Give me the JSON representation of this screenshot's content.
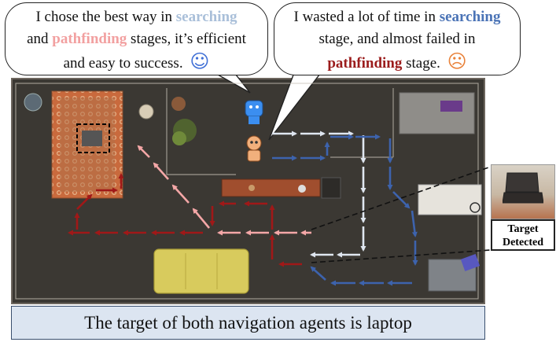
{
  "bubble_left": {
    "line1_pre": "I chose the best way in ",
    "line1_kw": "searching",
    "line2_pre": "and ",
    "line2_kw": "pathfinding",
    "line2_post": " stages, it’s efficient",
    "line3": "and easy to success.",
    "emoji": "☺"
  },
  "bubble_right": {
    "line1_pre": "I wasted a lot of time in ",
    "line1_kw": "searching",
    "line2": "stage, and almost failed in",
    "line3_kw": "pathfinding",
    "line3_post": " stage.",
    "emoji": "☹"
  },
  "target_inset": {
    "label_line1": "Target",
    "label_line2": "Detected"
  },
  "caption": "The target of both navigation agents is laptop",
  "colors": {
    "searching_good": "#a9bfd9",
    "pathfinding_good": "#f2a0a0",
    "searching_bad": "#4a73b6",
    "pathfinding_bad": "#9b1c1c",
    "smile_icon": "#3f6fd6",
    "sad_icon": "#e9823a"
  }
}
